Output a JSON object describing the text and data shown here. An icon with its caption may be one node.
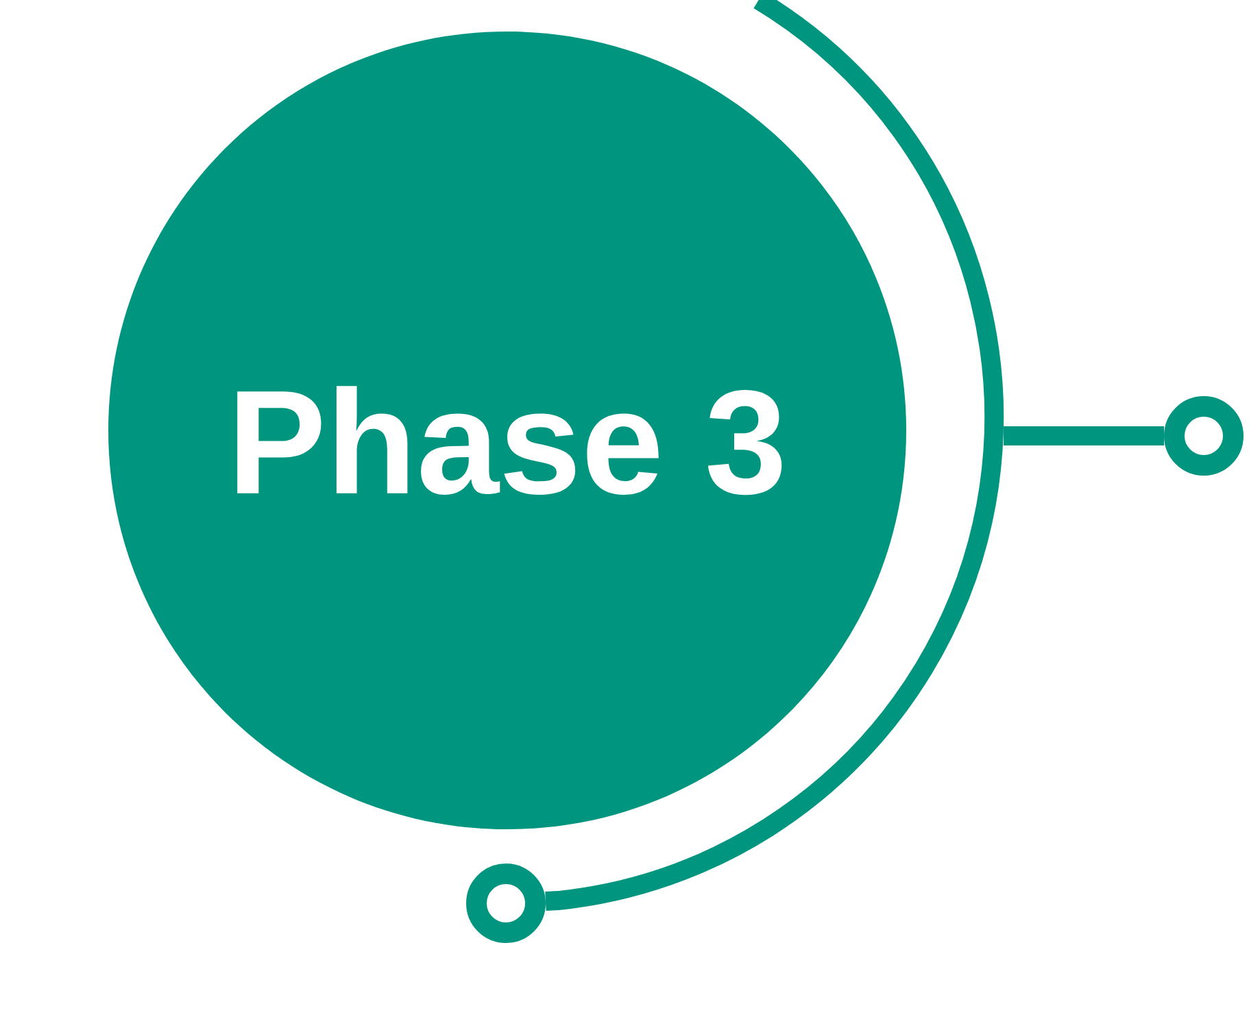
{
  "diagram": {
    "nodes": [
      {
        "text": [
          "Phase 3"
        ]
      },
      {
        "text": [],
        "shape": "circle"
      },
      {
        "text": [],
        "shape": "circle"
      }
    ],
    "edges": [
      {
        "from": null,
        "to": 1,
        "arrow": "none"
      },
      {
        "from": null,
        "to": 2,
        "arrow": "none"
      }
    ]
  }
}
